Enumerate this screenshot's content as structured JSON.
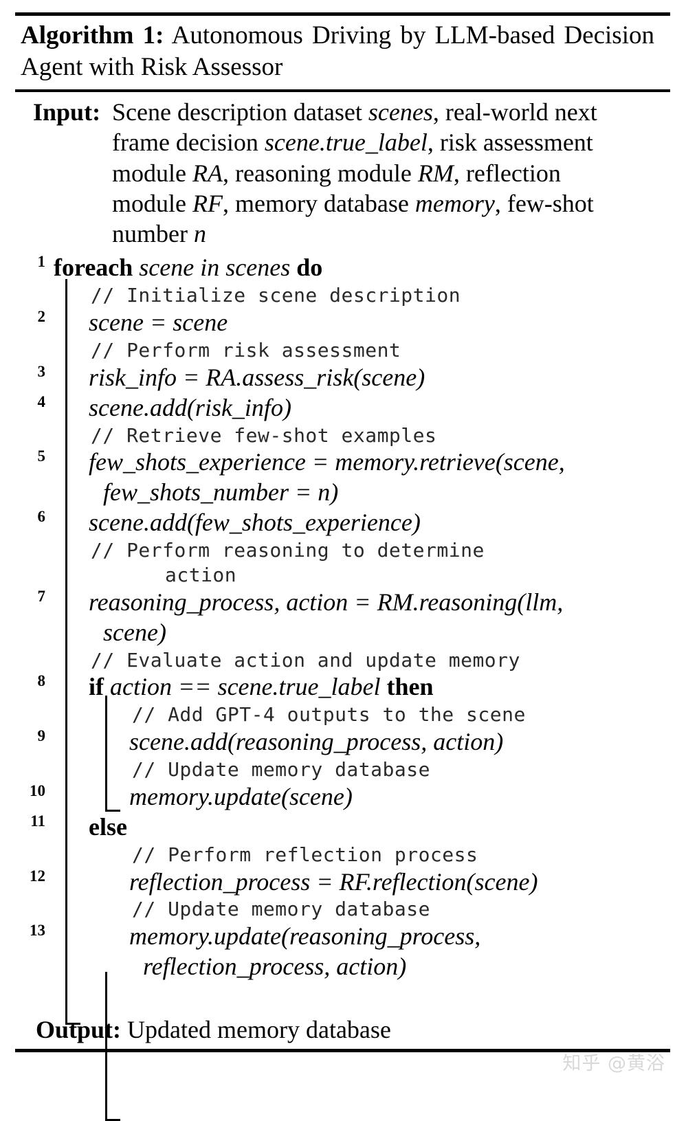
{
  "algorithm": {
    "caption": {
      "label": "Algorithm 1:",
      "title": "Autonomous Driving by LLM-based Decision Agent with Risk Assessor"
    },
    "input": {
      "label": "Input:",
      "text_parts": [
        {
          "t": "Scene description dataset ",
          "style": "roman"
        },
        {
          "t": "scenes",
          "style": "italic"
        },
        {
          "t": ", real-world next frame decision ",
          "style": "roman"
        },
        {
          "t": "scene.true_label",
          "style": "italic"
        },
        {
          "t": ", risk assessment module ",
          "style": "roman"
        },
        {
          "t": "RA",
          "style": "italic"
        },
        {
          "t": ", reasoning module ",
          "style": "roman"
        },
        {
          "t": "RM",
          "style": "italic"
        },
        {
          "t": ", reflection module ",
          "style": "roman"
        },
        {
          "t": "RF",
          "style": "italic"
        },
        {
          "t": ", memory database ",
          "style": "roman"
        },
        {
          "t": "memory",
          "style": "italic"
        },
        {
          "t": ", few-shot number ",
          "style": "roman"
        },
        {
          "t": "n",
          "style": "italic"
        }
      ],
      "plain": "Scene description dataset scenes, real-world next frame decision scene.true_label, risk assessment module RA, reasoning module RM, reflection module RF, memory database memory, few-shot number n"
    },
    "output": {
      "label": "Output:",
      "text": "Updated memory database"
    },
    "lines": {
      "l1_num": "1",
      "l1_kw_foreach": "foreach",
      "l1_expr": "scene in scenes",
      "l1_kw_do": "do",
      "c1": "// Initialize scene description",
      "l2_num": "2",
      "l2": "scene = scene",
      "c2": "// Perform risk assessment",
      "l3_num": "3",
      "l3": "risk_info = RA.assess_risk(scene)",
      "l4_num": "4",
      "l4": "scene.add(risk_info)",
      "c3": "// Retrieve few-shot examples",
      "l5_num": "5",
      "l5a": "few_shots_experience = memory.retrieve(scene,",
      "l5b": "few_shots_number = n)",
      "l6_num": "6",
      "l6": "scene.add(few_shots_experience)",
      "c4a": "// Perform reasoning to determine",
      "c4b": "action",
      "l7_num": "7",
      "l7a": "reasoning_process, action = RM.reasoning(llm,",
      "l7b": "scene)",
      "c5": "// Evaluate action and update memory",
      "l8_num": "8",
      "l8_kw_if": "if",
      "l8_expr": "action == scene.true_label",
      "l8_kw_then": "then",
      "c6": "// Add GPT-4 outputs to the scene",
      "l9_num": "9",
      "l9": "scene.add(reasoning_process, action)",
      "c7": "// Update memory database",
      "l10_num": "10",
      "l10": "memory.update(scene)",
      "l11_num": "11",
      "l11_kw_else": "else",
      "c8": "// Perform reflection process",
      "l12_num": "12",
      "l12": "reflection_process = RF.reflection(scene)",
      "c9": "// Update memory database",
      "l13_num": "13",
      "l13a": "memory.update(reasoning_process,",
      "l13b": "reflection_process, action)"
    }
  },
  "watermark": {
    "text": "知乎 @黄浴"
  },
  "colors": {
    "rule": "#000000",
    "text": "#000000",
    "comment": "#2a2a2a",
    "watermark": "#d8d8d8",
    "background": "#ffffff"
  }
}
